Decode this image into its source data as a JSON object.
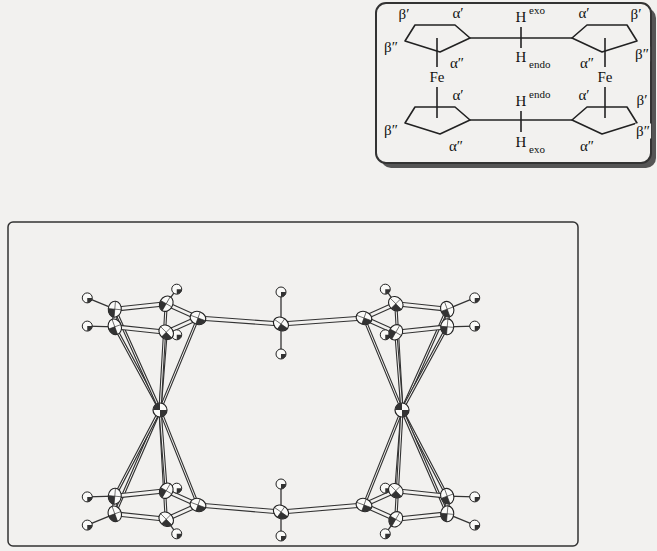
{
  "diagram": {
    "labels": [
      "β′",
      "α′",
      "H",
      "exo",
      "α′",
      "β′",
      "β″",
      "α″",
      "H",
      "endo",
      "α″",
      "β″",
      "Fe",
      "Fe",
      "β″",
      "α′",
      "H",
      "endo",
      "α′",
      "β′",
      "β″",
      "α″",
      "H",
      "exo",
      "α″"
    ]
  }
}
